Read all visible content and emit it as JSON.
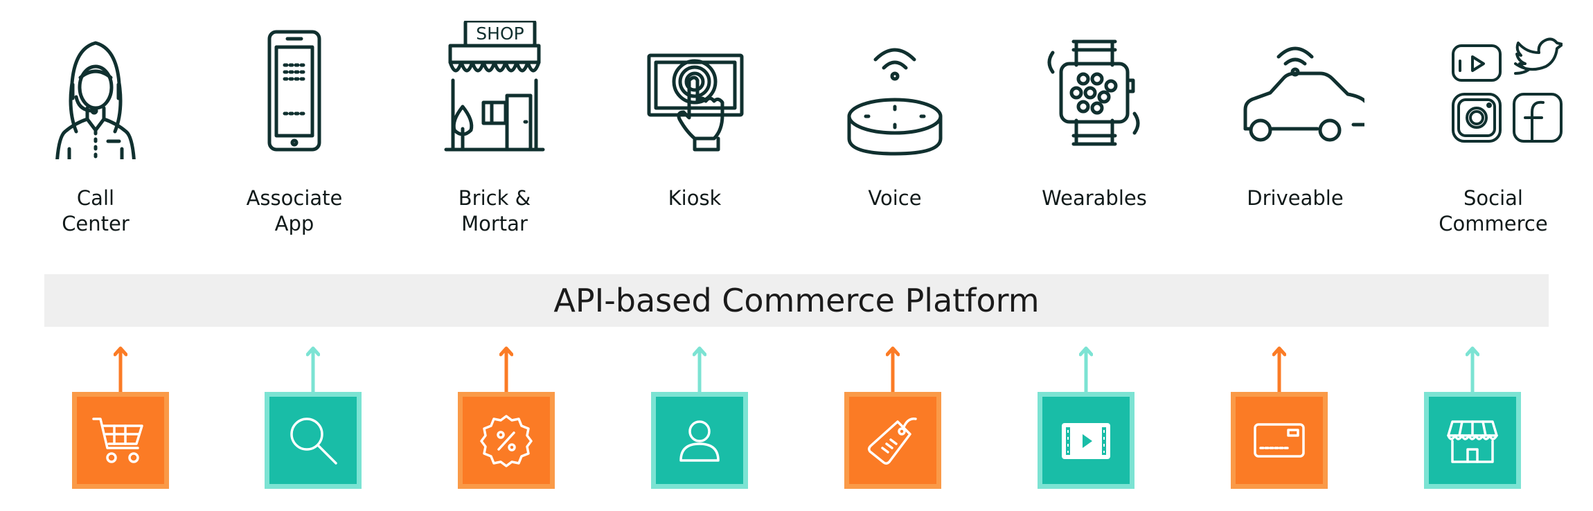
{
  "channels": [
    {
      "label": "Call\nCenter",
      "icon": "call-center-icon"
    },
    {
      "label": "Associate\nApp",
      "icon": "mobile-phone-icon"
    },
    {
      "label": "Brick &\nMortar",
      "icon": "shop-icon",
      "sign": "SHOP"
    },
    {
      "label": "Kiosk",
      "icon": "kiosk-touch-icon"
    },
    {
      "label": "Voice",
      "icon": "smart-speaker-icon"
    },
    {
      "label": "Wearables",
      "icon": "smartwatch-icon"
    },
    {
      "label": "Driveable",
      "icon": "connected-car-icon"
    },
    {
      "label": "Social\nCommerce",
      "icon": "social-media-icon"
    }
  ],
  "platform": {
    "title": "API-based Commerce Platform"
  },
  "services": [
    {
      "icon": "shopping-cart-icon",
      "theme": "orange"
    },
    {
      "icon": "search-icon",
      "theme": "teal"
    },
    {
      "icon": "discount-badge-icon",
      "theme": "orange"
    },
    {
      "icon": "user-icon",
      "theme": "teal"
    },
    {
      "icon": "price-tag-icon",
      "theme": "orange"
    },
    {
      "icon": "video-play-icon",
      "theme": "teal"
    },
    {
      "icon": "credit-card-icon",
      "theme": "orange"
    },
    {
      "icon": "storefront-icon",
      "theme": "teal"
    }
  ],
  "colors": {
    "orange_fill": "#fb7b25",
    "orange_border": "#fa9a48",
    "teal_fill": "#19bda7",
    "teal_border": "#7ce3d3",
    "icon_stroke": "#10302f",
    "platform_bg": "#efefef"
  }
}
